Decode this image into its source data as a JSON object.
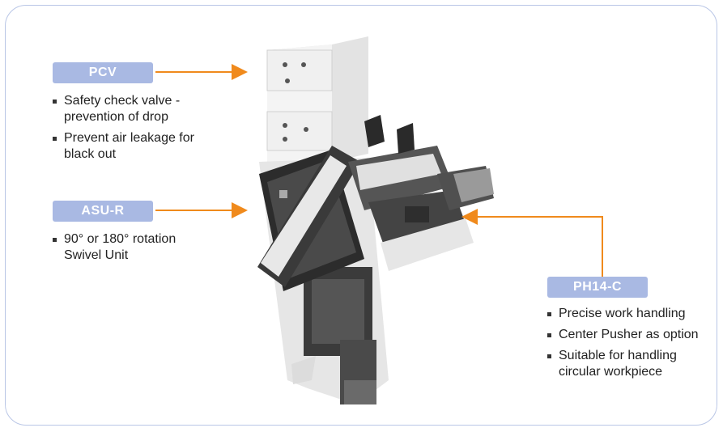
{
  "colors": {
    "tag_bg": "#a9b9e3",
    "arrow": "#f08a1c",
    "border": "#b9c6e6"
  },
  "icons": [
    "pneumatic-gripper-assembly"
  ],
  "pcv": {
    "label": "PCV",
    "bullets": [
      "Safety check valve - prevention of drop",
      "Prevent air leakage for black out"
    ]
  },
  "asur": {
    "label": "ASU-R",
    "bullets": [
      "90° or 180°  rotation Swivel Unit"
    ]
  },
  "ph14c": {
    "label": "PH14-C",
    "bullets": [
      "Precise work handling",
      "Center Pusher as option",
      "Suitable for handling circular workpiece"
    ]
  }
}
